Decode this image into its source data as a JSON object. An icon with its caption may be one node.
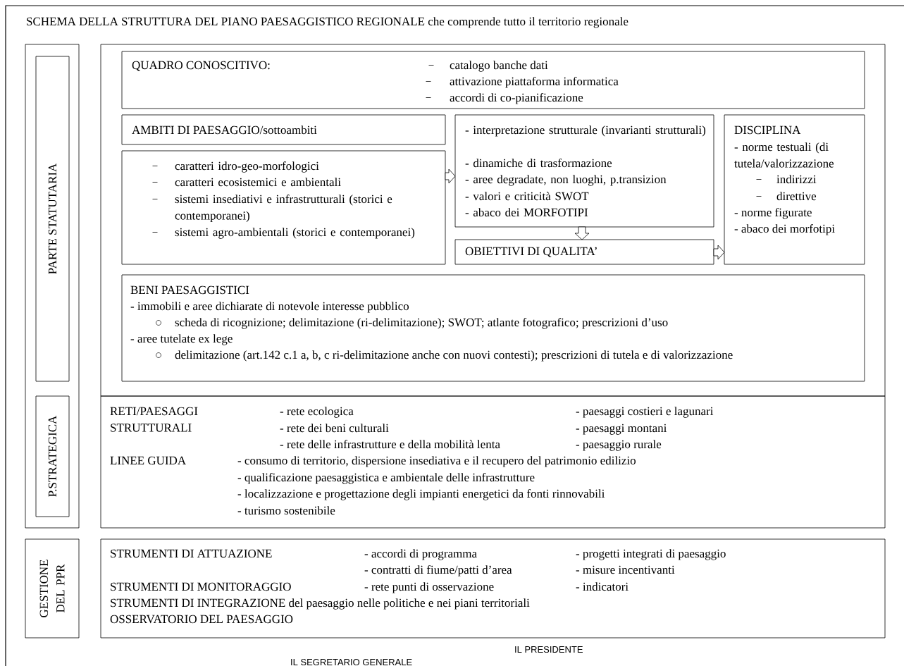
{
  "diagram": {
    "title": "SCHEMA DELLA STRUTTURA DEL PIANO PAESAGGISTICO REGIONALE che comprende tutto il territorio regionale",
    "nodes": [
      {
        "text": [],
        "shape": "box"
      },
      {
        "text": [
          "PARTE STATUTARIA"
        ],
        "in": 0
      },
      {
        "text": [
          "P.STRATEGICA"
        ],
        "in": 0
      },
      {
        "text": [
          "GESTIONE DEL PPR"
        ]
      },
      {
        "text": [],
        "shape": "box"
      },
      {
        "text": [
          "QUADRO CONOSCITIVO:",
          "catalogo banche dati",
          "attivazione piattaforma informatica",
          "accordi di co-pianificazione"
        ],
        "in": 4
      },
      {
        "text": [
          "AMBITI DI PAESAGGIO/sottoambiti"
        ],
        "in": 4
      },
      {
        "text": [
          "caratteri idro-geo-morfologici",
          "caratteri ecosistemici e ambientali",
          "sistemi insediativi e infrastrutturali (storici e contemporanei)",
          "sistemi agro-ambientali (storici e contemporanei)"
        ],
        "in": 4
      },
      {
        "text": [
          "- interpretazione strutturale (invarianti strutturali)",
          "- dinamiche di trasformazione",
          "- aree degradate, non luoghi, p.transizion",
          "- valori e criticità SWOT",
          "- abaco dei MORFOTIPI"
        ],
        "in": 4
      },
      {
        "text": [
          "OBIETTIVI DI QUALITA’"
        ],
        "in": 4
      },
      {
        "text": [
          "DISCIPLINA",
          "- norme testuali (di tutela/valorizzazione",
          "indirizzi",
          "direttive",
          "- norme figurate",
          "- abaco dei morfotipi"
        ],
        "in": 4
      },
      {
        "text": [
          "BENI PAESAGGISTICI",
          "- immobili e aree dichiarate di notevole interesse pubblico",
          "scheda di ricognizione; delimitazione (ri-delimitazione); SWOT; atlante fotografico; prescrizioni d’uso",
          "- aree tutelate ex lege",
          "delimitazione (art.142 c.1 a, b, c ri-delimitazione anche con nuovi contesti); prescrizioni di tutela e di valorizzazione"
        ],
        "in": 4
      },
      {
        "text": [
          "RETI/PAESAGGI STRUTTURALI",
          "- rete ecologica",
          "- paesaggi costieri e lagunari",
          "- rete dei beni culturali",
          "- paesaggi montani",
          "- rete delle infrastrutture e della mobilità lenta",
          "- paesaggio rurale",
          "LINEE GUIDA",
          "- consumo di territorio, dispersione insediativa e il recupero del patrimonio edilizio",
          "- qualificazione paesaggistica e ambientale delle infrastrutture",
          "- localizzazione e progettazione degli impianti energetici da fonti rinnovabili",
          "- turismo sostenibile"
        ]
      },
      {
        "text": [
          "STRUMENTI DI ATTUAZIONE",
          "- accordi di programma",
          "- progetti integrati di paesaggio",
          "- contratti di fiume/patti d’area",
          "- misure incentivanti",
          "STRUMENTI DI MONITORAGGIO",
          "- rete punti di osservazione",
          "- indicatori",
          "STRUMENTI DI INTEGRAZIONE del paesaggio nelle politiche e nei piani territoriali",
          "OSSERVATORIO DEL PAESAGGIO"
        ]
      }
    ],
    "edges": [
      {
        "from": 7,
        "to": 8,
        "arrow": "to"
      },
      {
        "from": 8,
        "to": 9,
        "arrow": "to"
      },
      {
        "from": 9,
        "to": 10,
        "arrow": "to"
      }
    ],
    "labels": [
      "IL PRESIDENTE",
      "IL SEGRETARIO GENERALE"
    ]
  }
}
